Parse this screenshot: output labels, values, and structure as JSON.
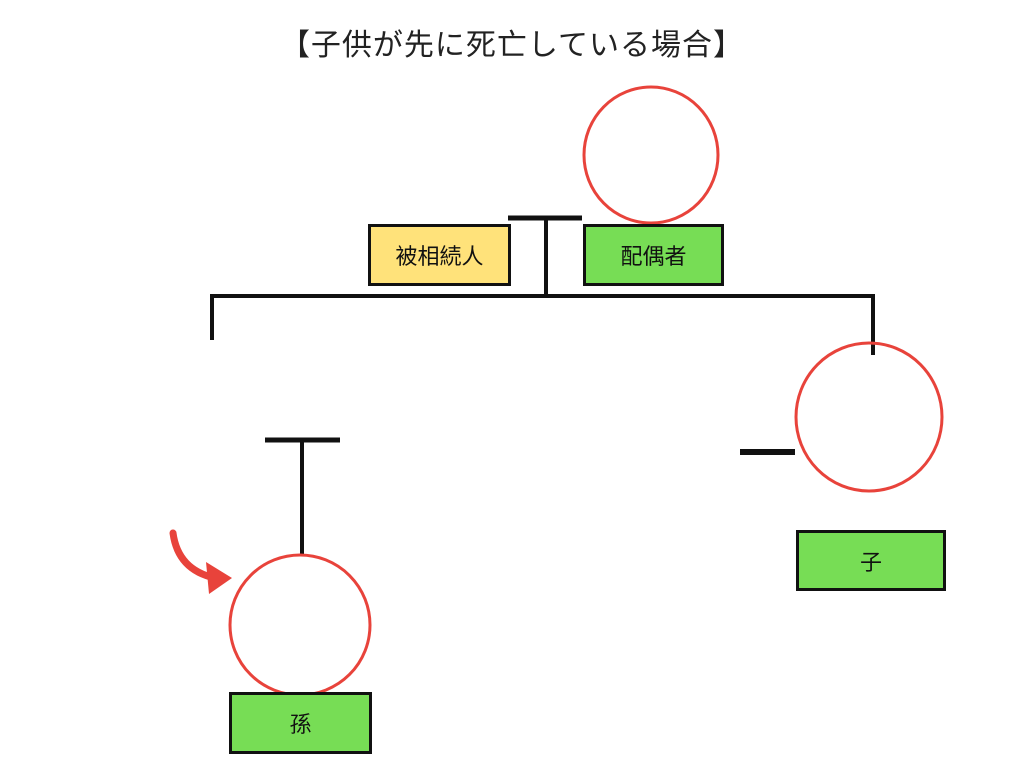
{
  "title": "【子供が先に死亡している場合】",
  "labels": {
    "decedent": "被相続人",
    "spouse": "配偶者",
    "child": "子",
    "grandchild": "孫"
  },
  "colors": {
    "decedent_label": "#ffe27a",
    "green_label": "#77dd55",
    "highlight_circle": "#e8433b",
    "arrow": "#e8433b",
    "line": "#111111"
  }
}
